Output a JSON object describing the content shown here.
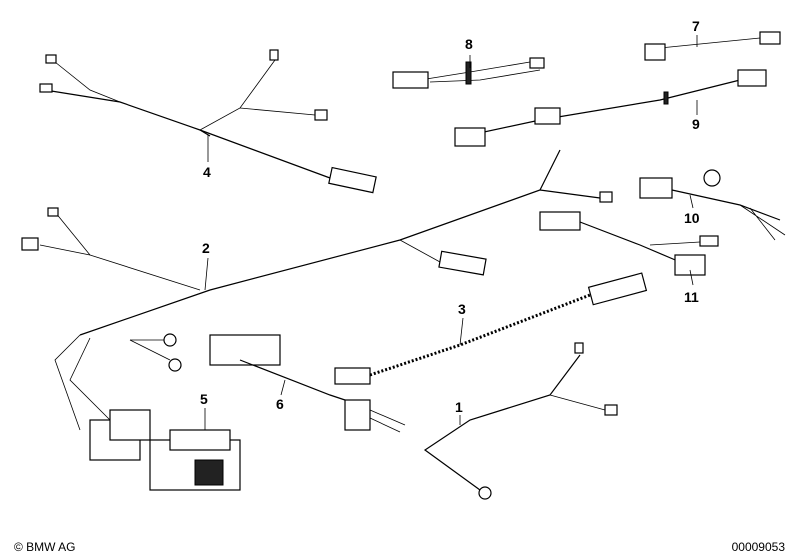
{
  "parts": [
    {
      "number": "1"
    },
    {
      "number": "2"
    },
    {
      "number": "3"
    },
    {
      "number": "4"
    },
    {
      "number": "5"
    },
    {
      "number": "6"
    },
    {
      "number": "7"
    },
    {
      "number": "8"
    },
    {
      "number": "9"
    },
    {
      "number": "10"
    },
    {
      "number": "11"
    }
  ],
  "footer": {
    "copyright": "© BMW AG",
    "diagram_id": "00009053"
  }
}
